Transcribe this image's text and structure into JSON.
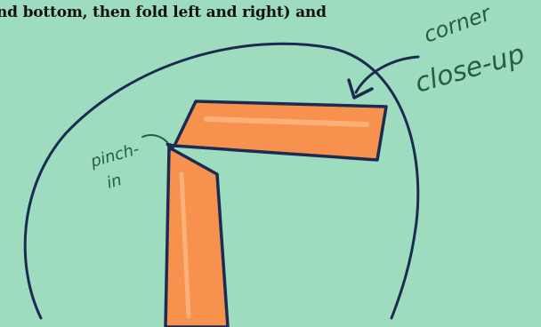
{
  "caption": {
    "text": "nd bottom, then fold left and right) and"
  },
  "annotations": {
    "corner_label_line1": "corner",
    "corner_label_line2": "close-up",
    "pinch_label_line1": "pinch-",
    "pinch_label_line2": "in"
  },
  "colors": {
    "background": "#9ddcbf",
    "ribbon_fill": "#f7924e",
    "ribbon_highlight": "#fbb07a",
    "outline": "#1b2b52",
    "handwriting": "#2a5c3e"
  }
}
